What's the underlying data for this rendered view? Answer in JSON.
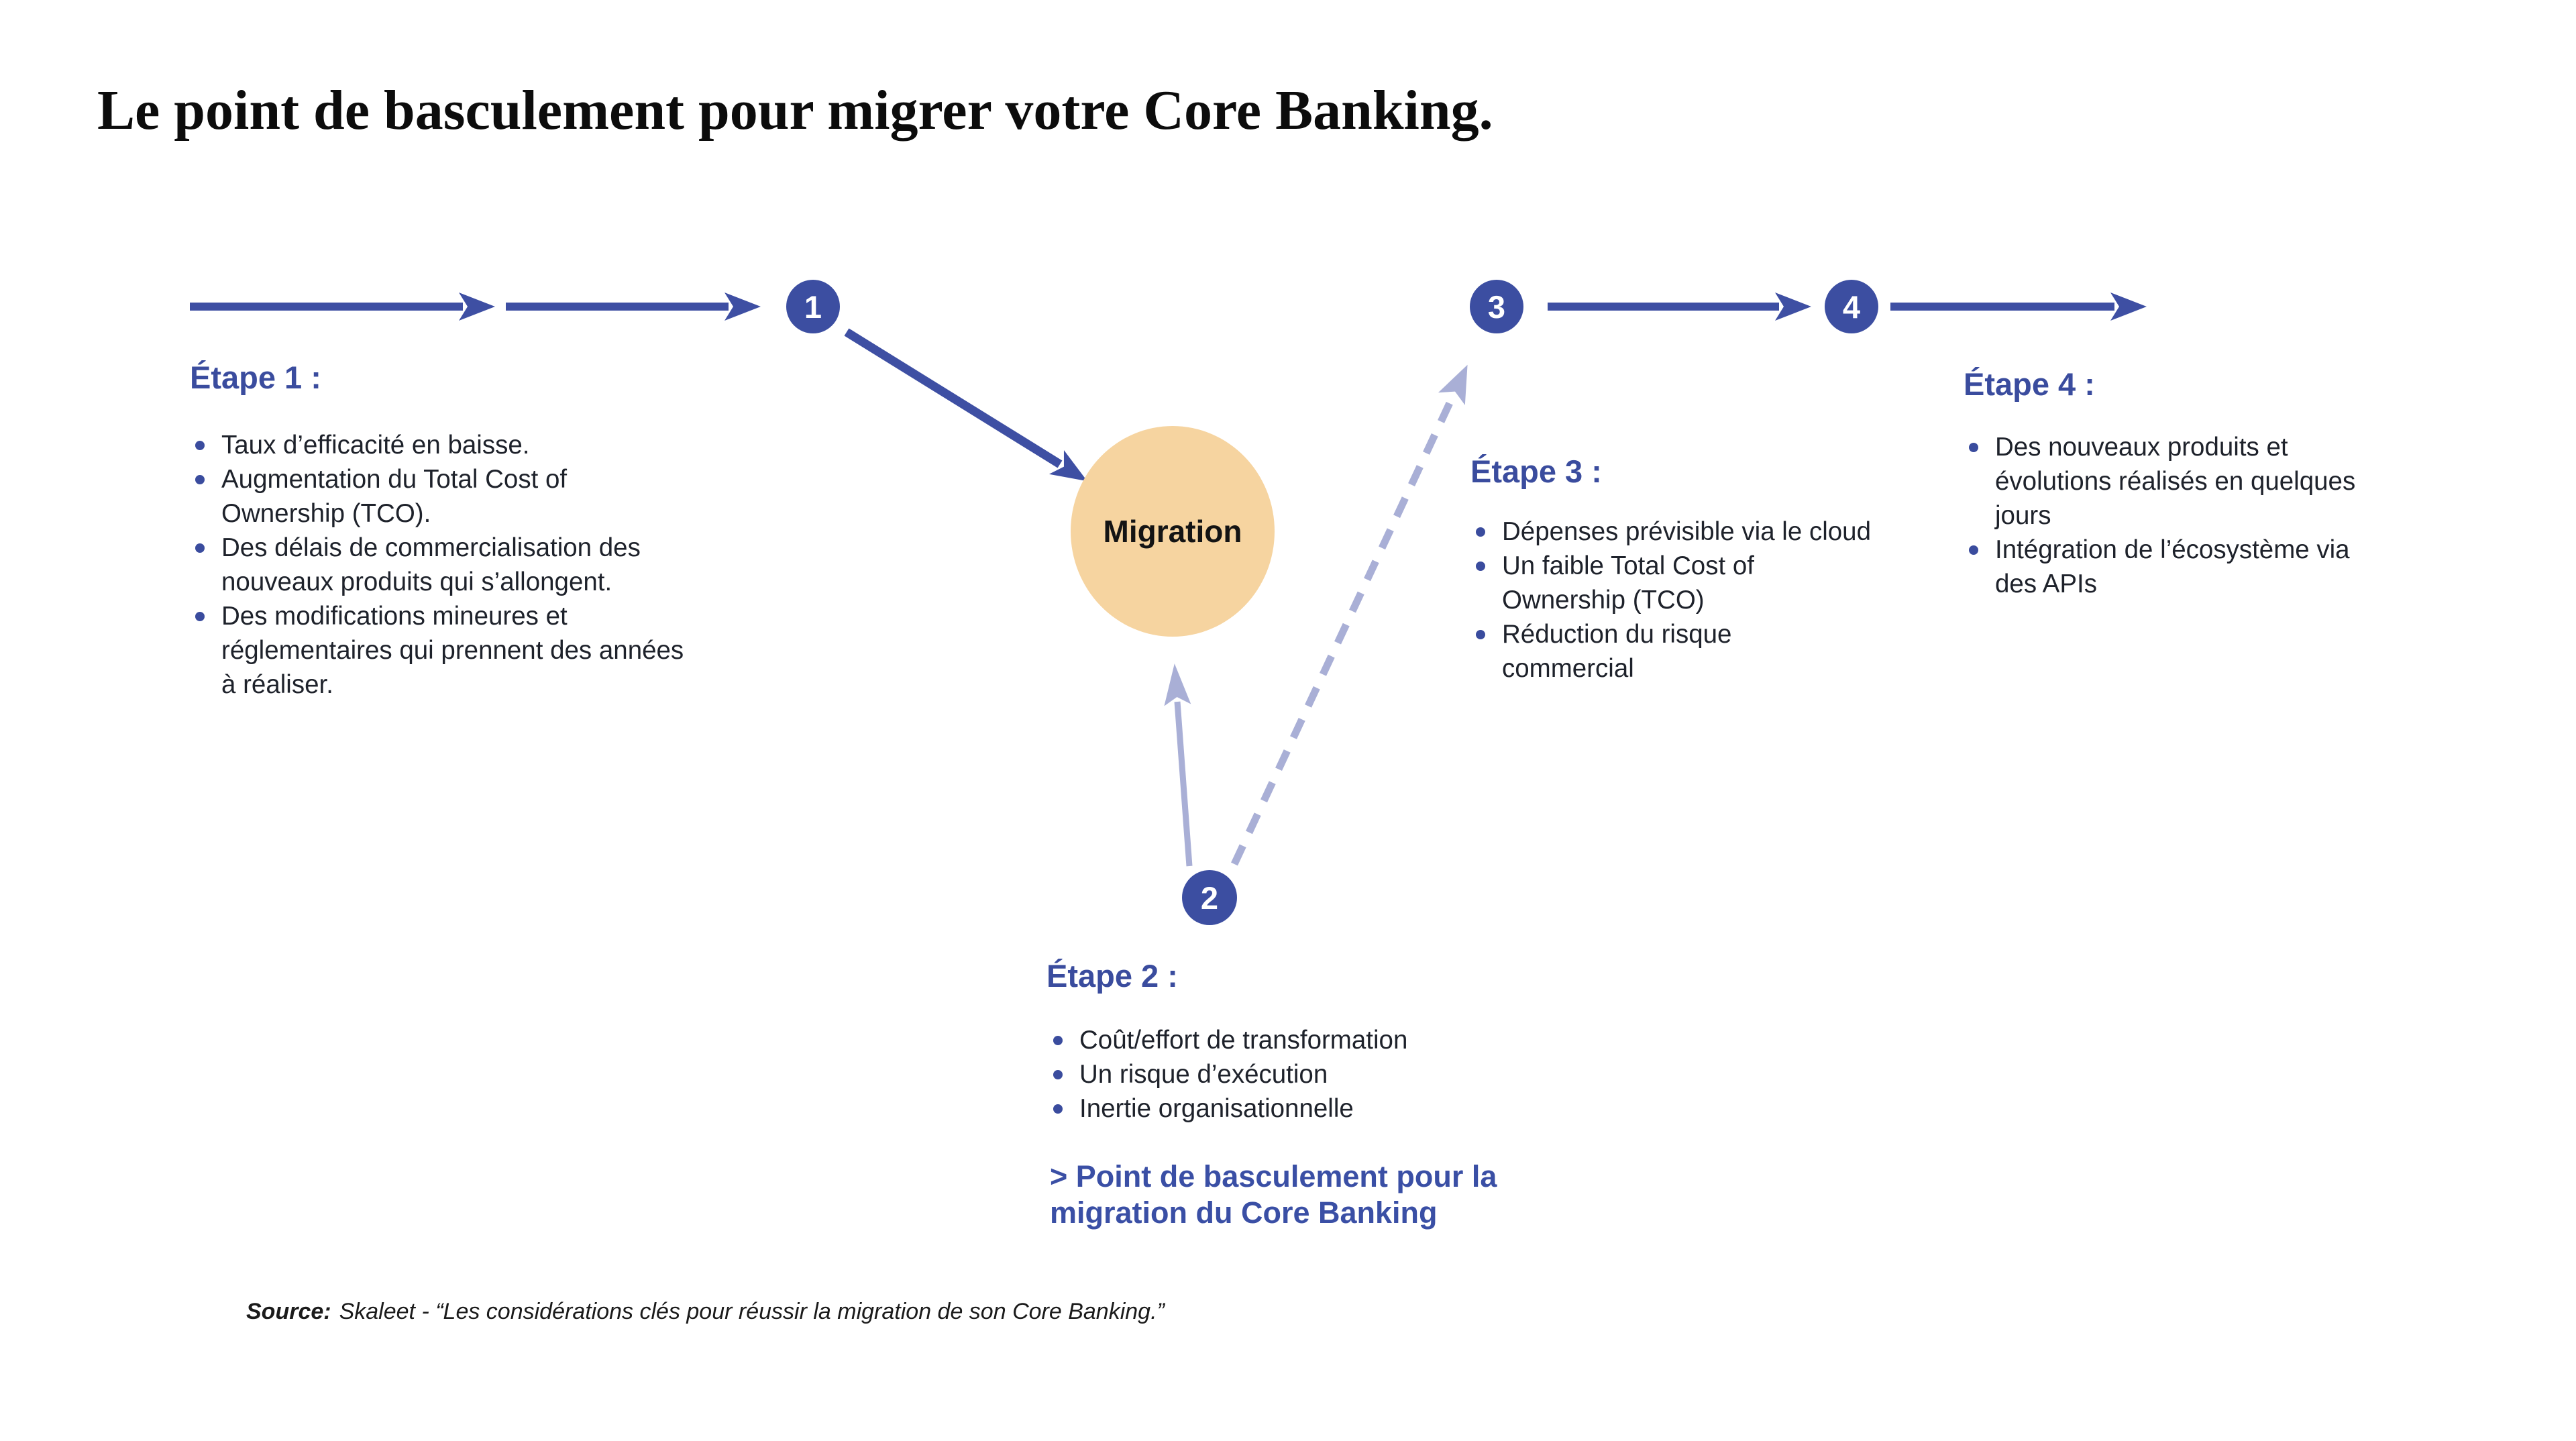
{
  "title": "Le point de basculement pour migrer votre Core Banking.",
  "migration_label": "Migration",
  "colors": {
    "indigo": "#3E4FA3",
    "lavender": "#A9AFD6",
    "heading_blue": "#3A4C9E",
    "peach": "#F6D4A0",
    "body_text": "#1E222B"
  },
  "steps": [
    {
      "number": "1",
      "heading": "Étape 1 :",
      "bullets": [
        "Taux d’efficacité en baisse.",
        "Augmentation du Total Cost of\nOwnership (TCO).",
        "Des délais de commercialisation des\nnouveaux produits qui s’allongent.",
        "Des modifications mineures et\nréglementaires qui prennent des années\nà réaliser."
      ]
    },
    {
      "number": "2",
      "heading": "Étape 2 :",
      "bullets": [
        "Coût/effort de transformation",
        "Un risque d’exécution",
        "Inertie organisationnelle"
      ],
      "callout": "> Point de basculement pour la\nmigration du Core Banking"
    },
    {
      "number": "3",
      "heading": "Étape 3 :",
      "bullets": [
        "Dépenses prévisible via le cloud",
        "Un faible Total Cost of\nOwnership (TCO)",
        "Réduction du risque\ncommercial"
      ]
    },
    {
      "number": "4",
      "heading": "Étape 4 :",
      "bullets": [
        "Des nouveaux produits et\névolutions réalisés en quelques\njours",
        "Intégration de l’écosystème via\ndes APIs"
      ]
    }
  ],
  "source": {
    "label": "Source:",
    "text": "Skaleet - “Les considérations clés pour réussir la migration de son Core Banking.”"
  }
}
